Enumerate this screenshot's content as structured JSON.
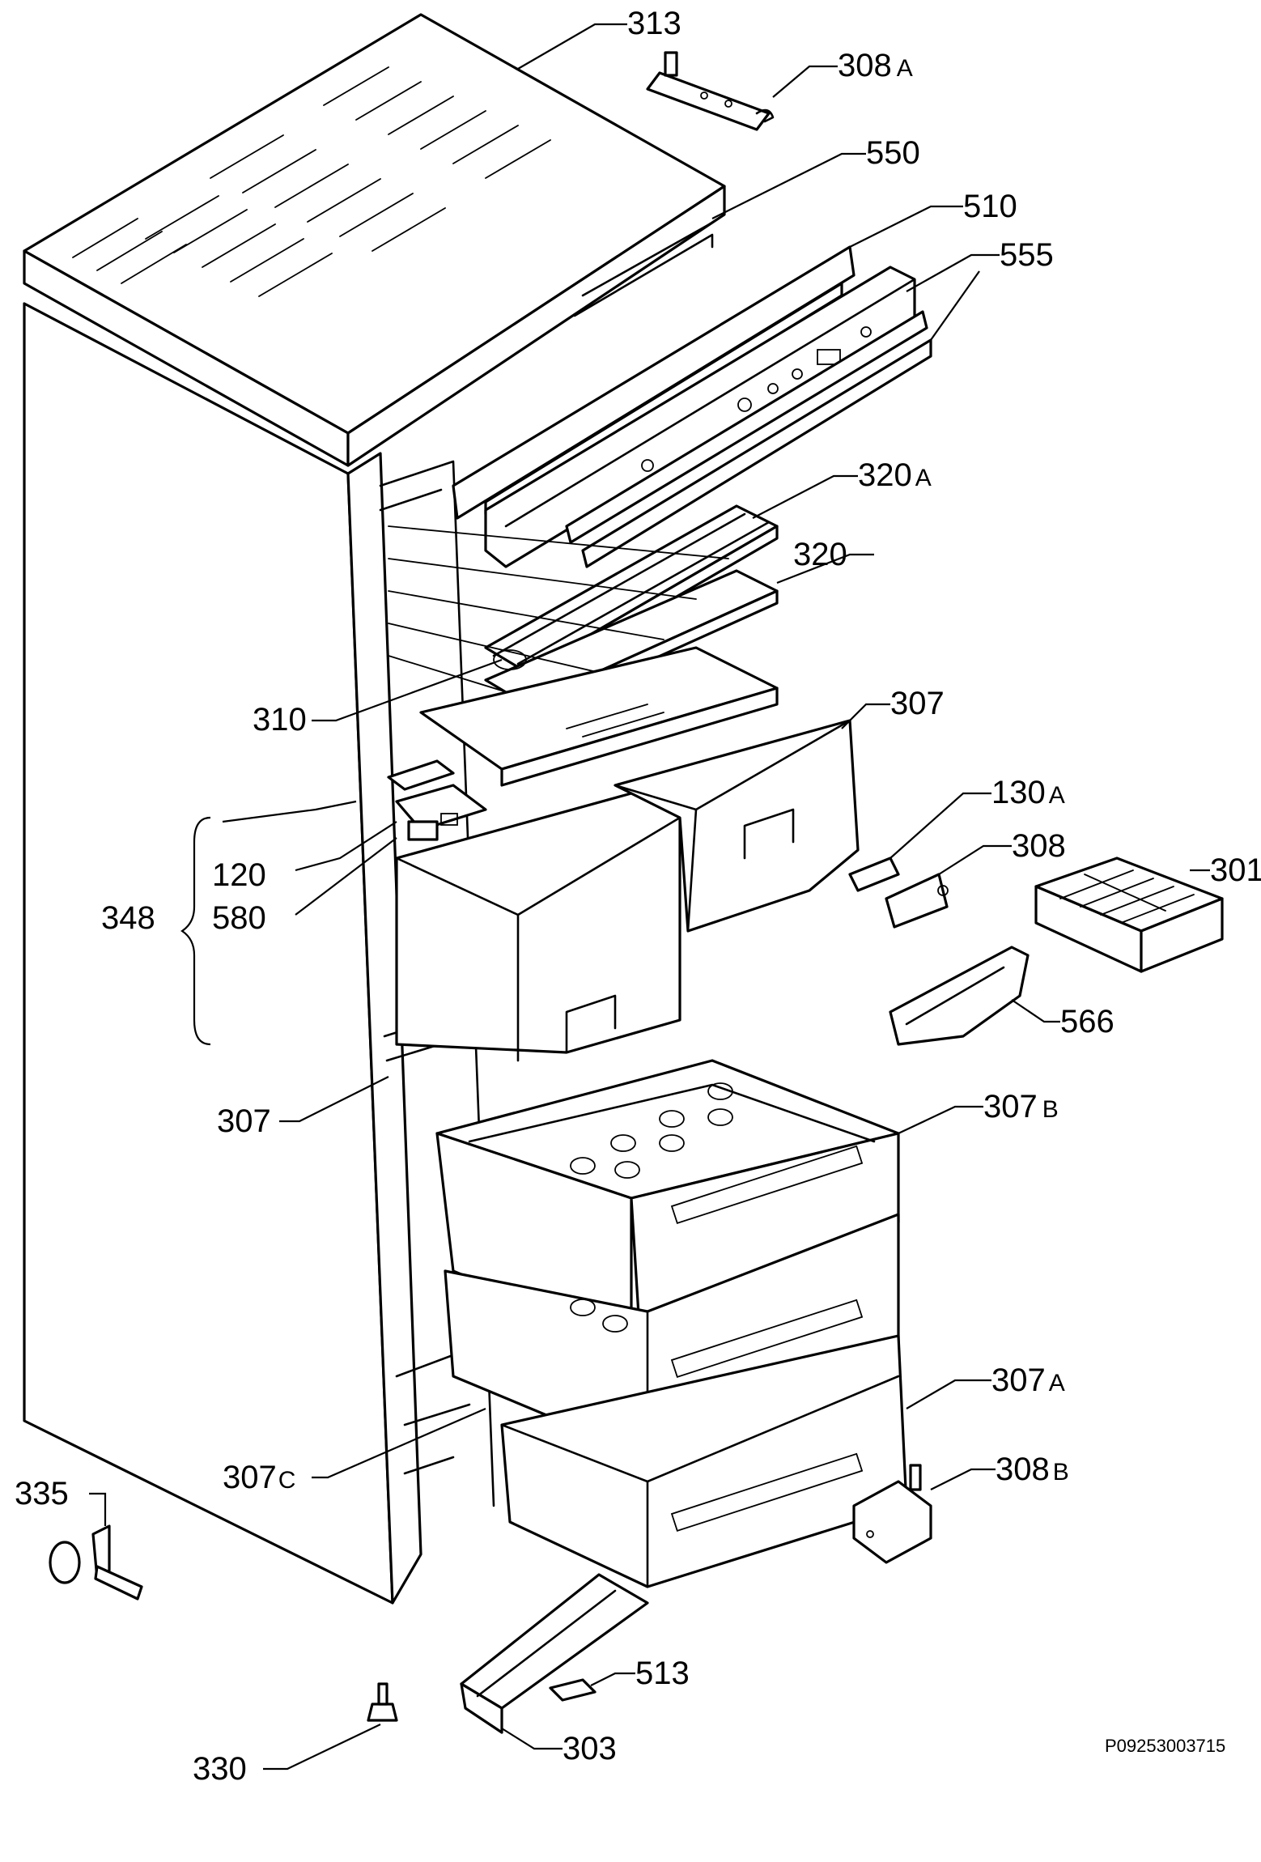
{
  "diagram": {
    "reference_code": "P09253003715",
    "labels": {
      "l313": "313",
      "l308a": "308",
      "l308a_sfx": "A",
      "l550": "550",
      "l510": "510",
      "l555": "555",
      "l320a": "320",
      "l320a_sfx": "A",
      "l320": "320",
      "l310": "310",
      "l307_top": "307",
      "l130a": "130",
      "l130a_sfx": "A",
      "l308": "308",
      "l301": "301",
      "l120": "120",
      "l348": "348",
      "l580": "580",
      "l566": "566",
      "l307_left": "307",
      "l307b": "307",
      "l307b_sfx": "B",
      "l307a": "307",
      "l307a_sfx": "A",
      "l307c": "307",
      "l307c_sfx": "C",
      "l308b": "308",
      "l308b_sfx": "B",
      "l335": "335",
      "l513": "513",
      "l303": "303",
      "l330": "330"
    }
  }
}
